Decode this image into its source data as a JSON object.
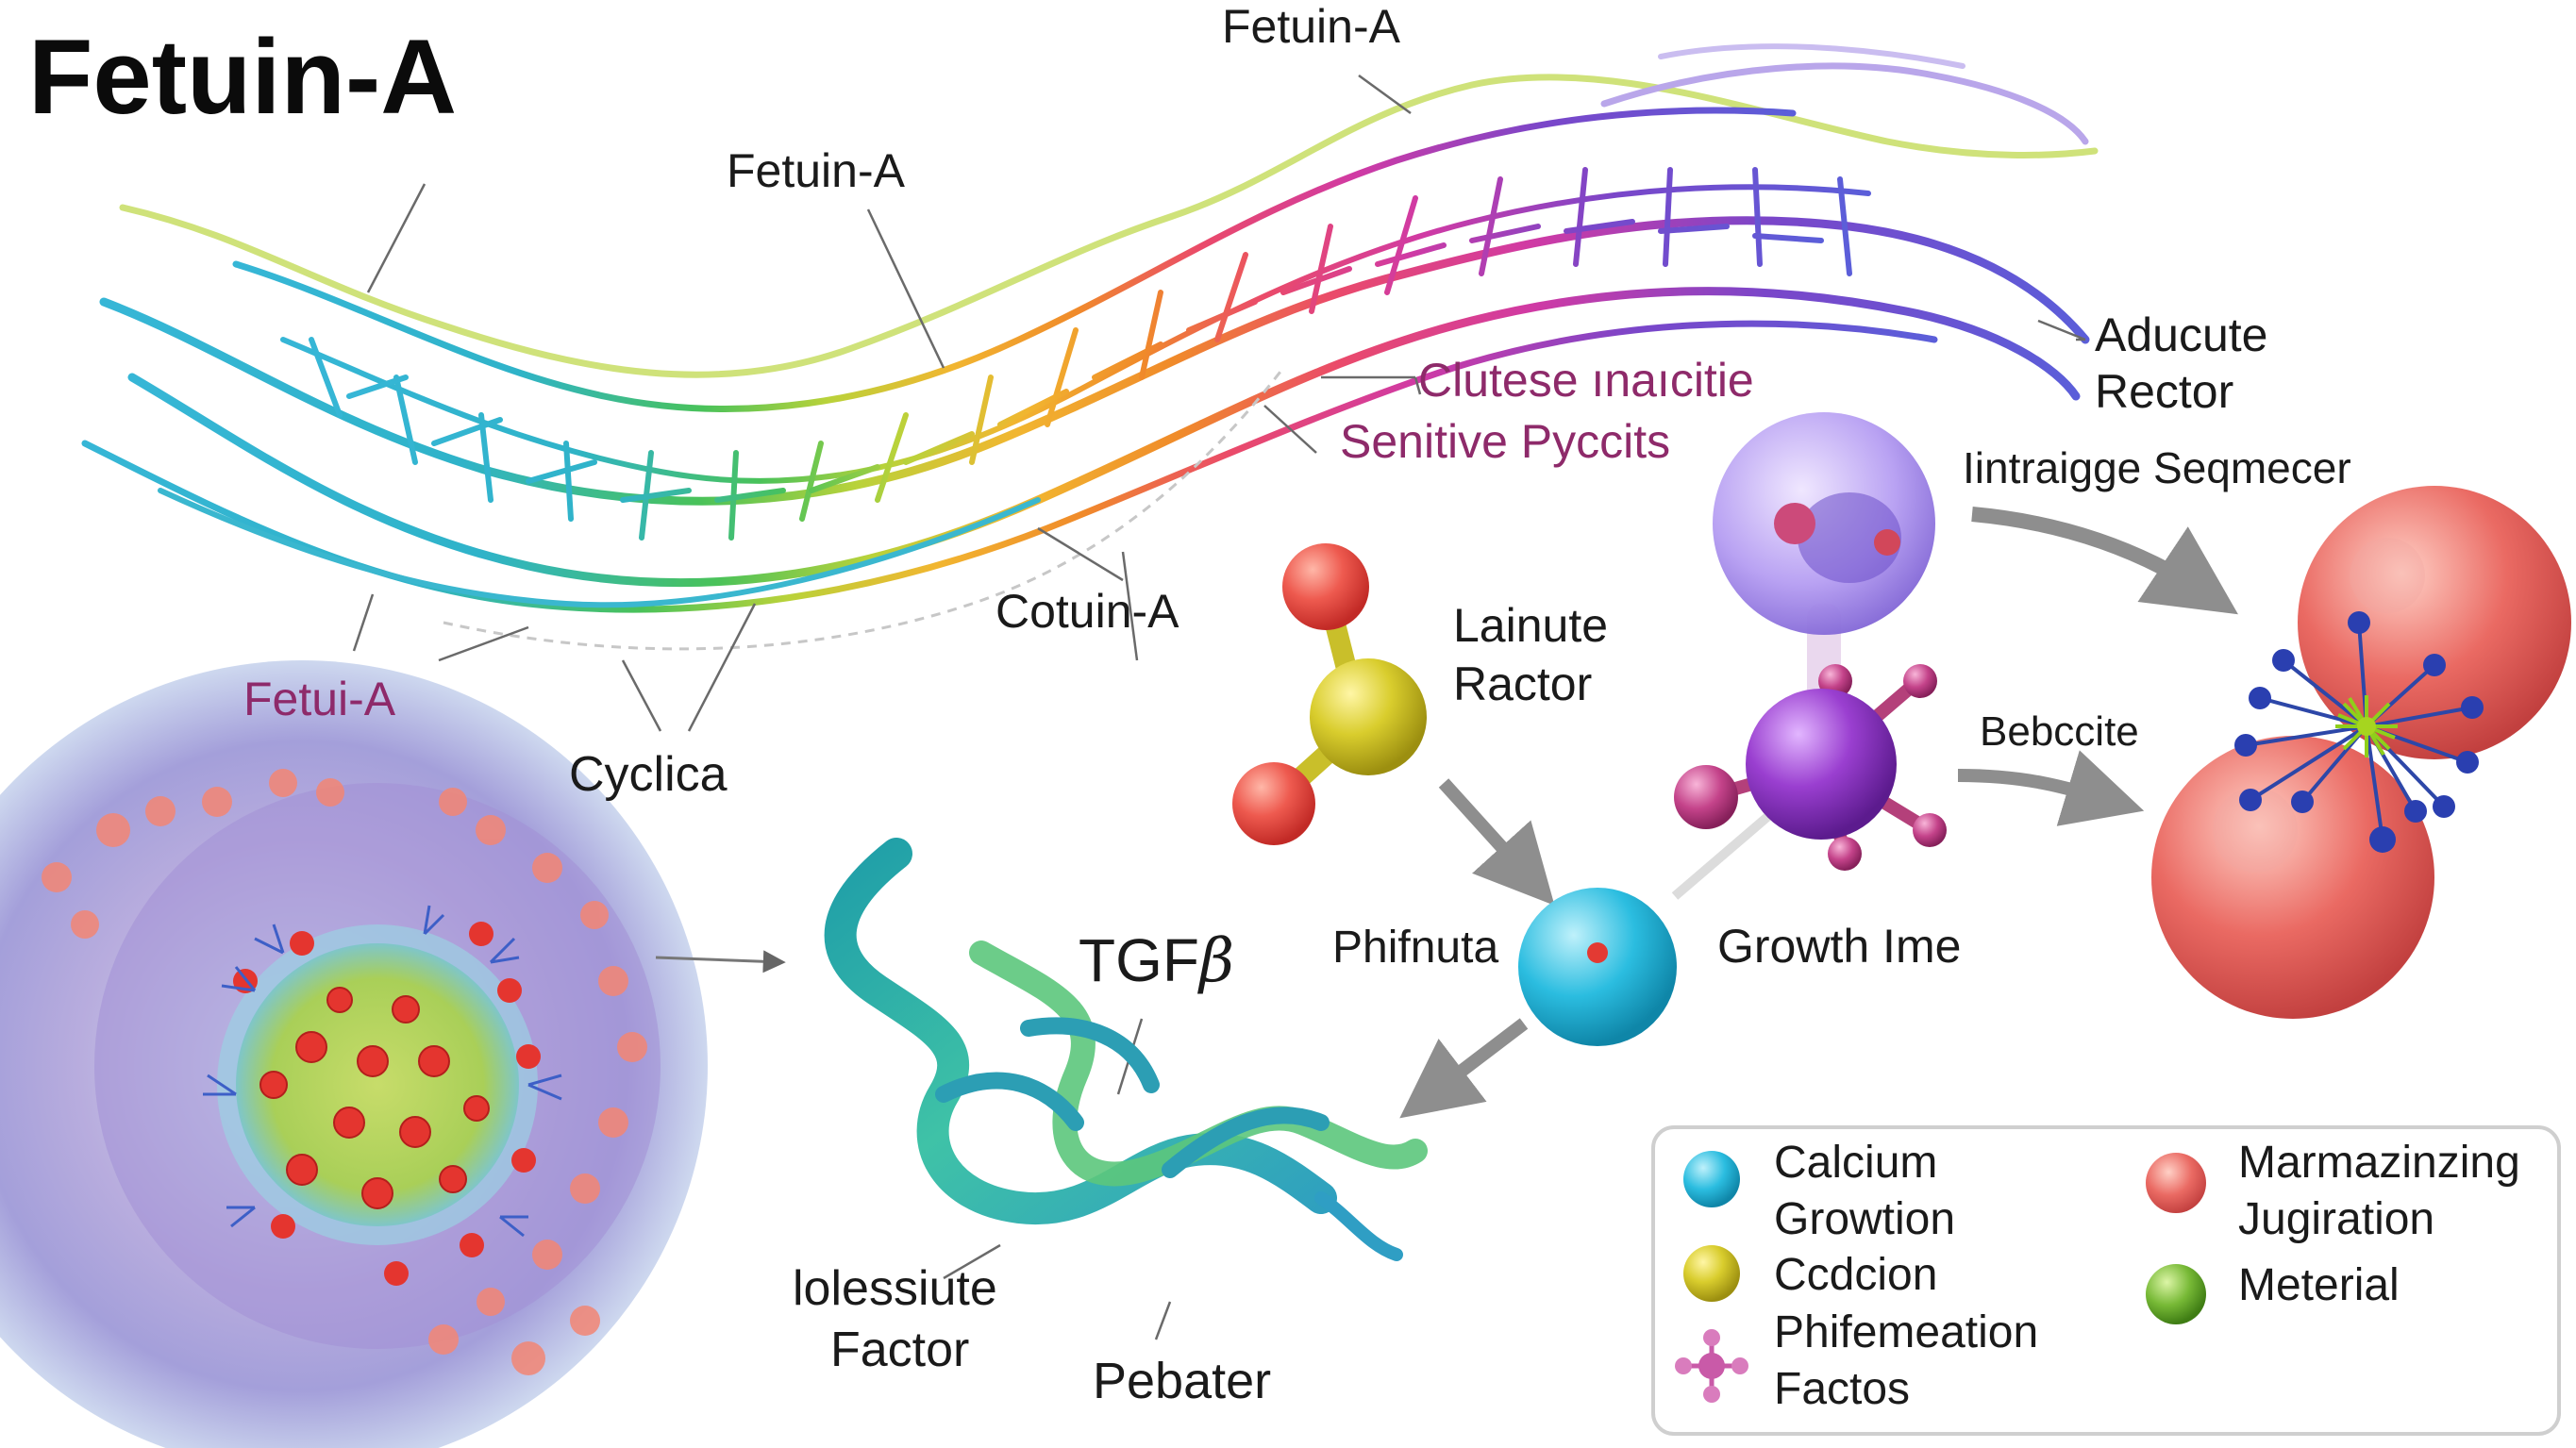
{
  "title": "Fetuin-A",
  "labels": {
    "fetuin_top": "Fetuin-A",
    "fetuin_mid": "Fetuin-A",
    "clutese_line1": "Clutese ınaıcitie",
    "clutese_line2": "Senitive Pyccits",
    "adducute_line1": "Aducute",
    "adducute_line2": "Rector",
    "intraigge": "Iintraigge Seqmecer",
    "cotuin": "Cotuin-A",
    "fetui_left": "Fetui-A",
    "cyclica": "Cyclica",
    "lainute_line1": "Lainute",
    "lainute_line2": "Ractor",
    "bebccite": "Bebccite",
    "tgf": "TGF",
    "beta": "β",
    "phifnuta": "Phifnuta",
    "growth_ime": "Growth Ime",
    "molessiute_line1": "lolessiute",
    "molessiute_line2": "Factor",
    "pebater": "Pebater"
  },
  "legend": {
    "items": [
      {
        "lines": [
          "Calcium",
          "Growtion"
        ],
        "color": "#1b9fc4",
        "icon": "blue-sphere-icon"
      },
      {
        "lines": [
          "Ccdcion"
        ],
        "color": "#c9bd1f",
        "icon": "yellow-sphere-icon"
      },
      {
        "lines": [
          "Phifemeation",
          "Factos"
        ],
        "color": "#c95aa8",
        "icon": "molecule-icon"
      },
      {
        "lines": [
          "Marmazinzing",
          "Jugiration"
        ],
        "color": "#e0686c",
        "icon": "red-sphere-icon"
      },
      {
        "lines": [
          "Meterial"
        ],
        "color": "#6fb52c",
        "icon": "green-sphere-icon"
      }
    ]
  }
}
